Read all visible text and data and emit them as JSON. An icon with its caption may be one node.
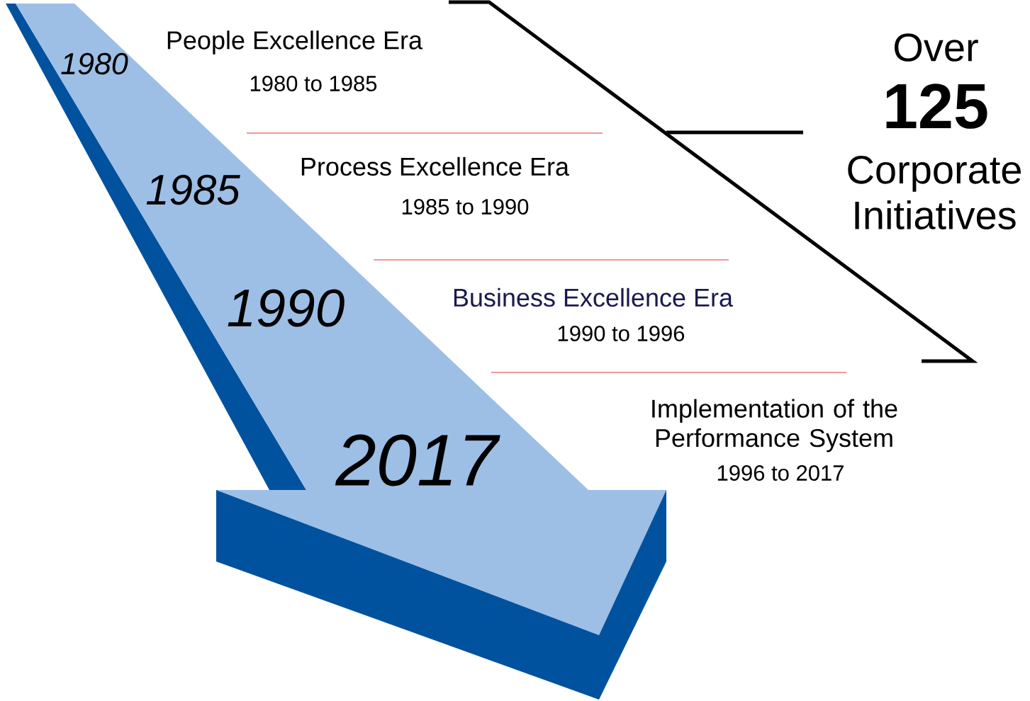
{
  "diagram": {
    "labels": [
      "1980",
      "People Excellence Era",
      "1980 to 1985",
      "Over",
      "125",
      "Corporate Initiatives",
      "1985",
      "Process Excellence Era",
      "1985 to 1990",
      "1990",
      "Business Excellence Era",
      "1990 to 1996",
      "2017",
      "Implementation of the Performance System",
      "1996 to 2017"
    ]
  }
}
